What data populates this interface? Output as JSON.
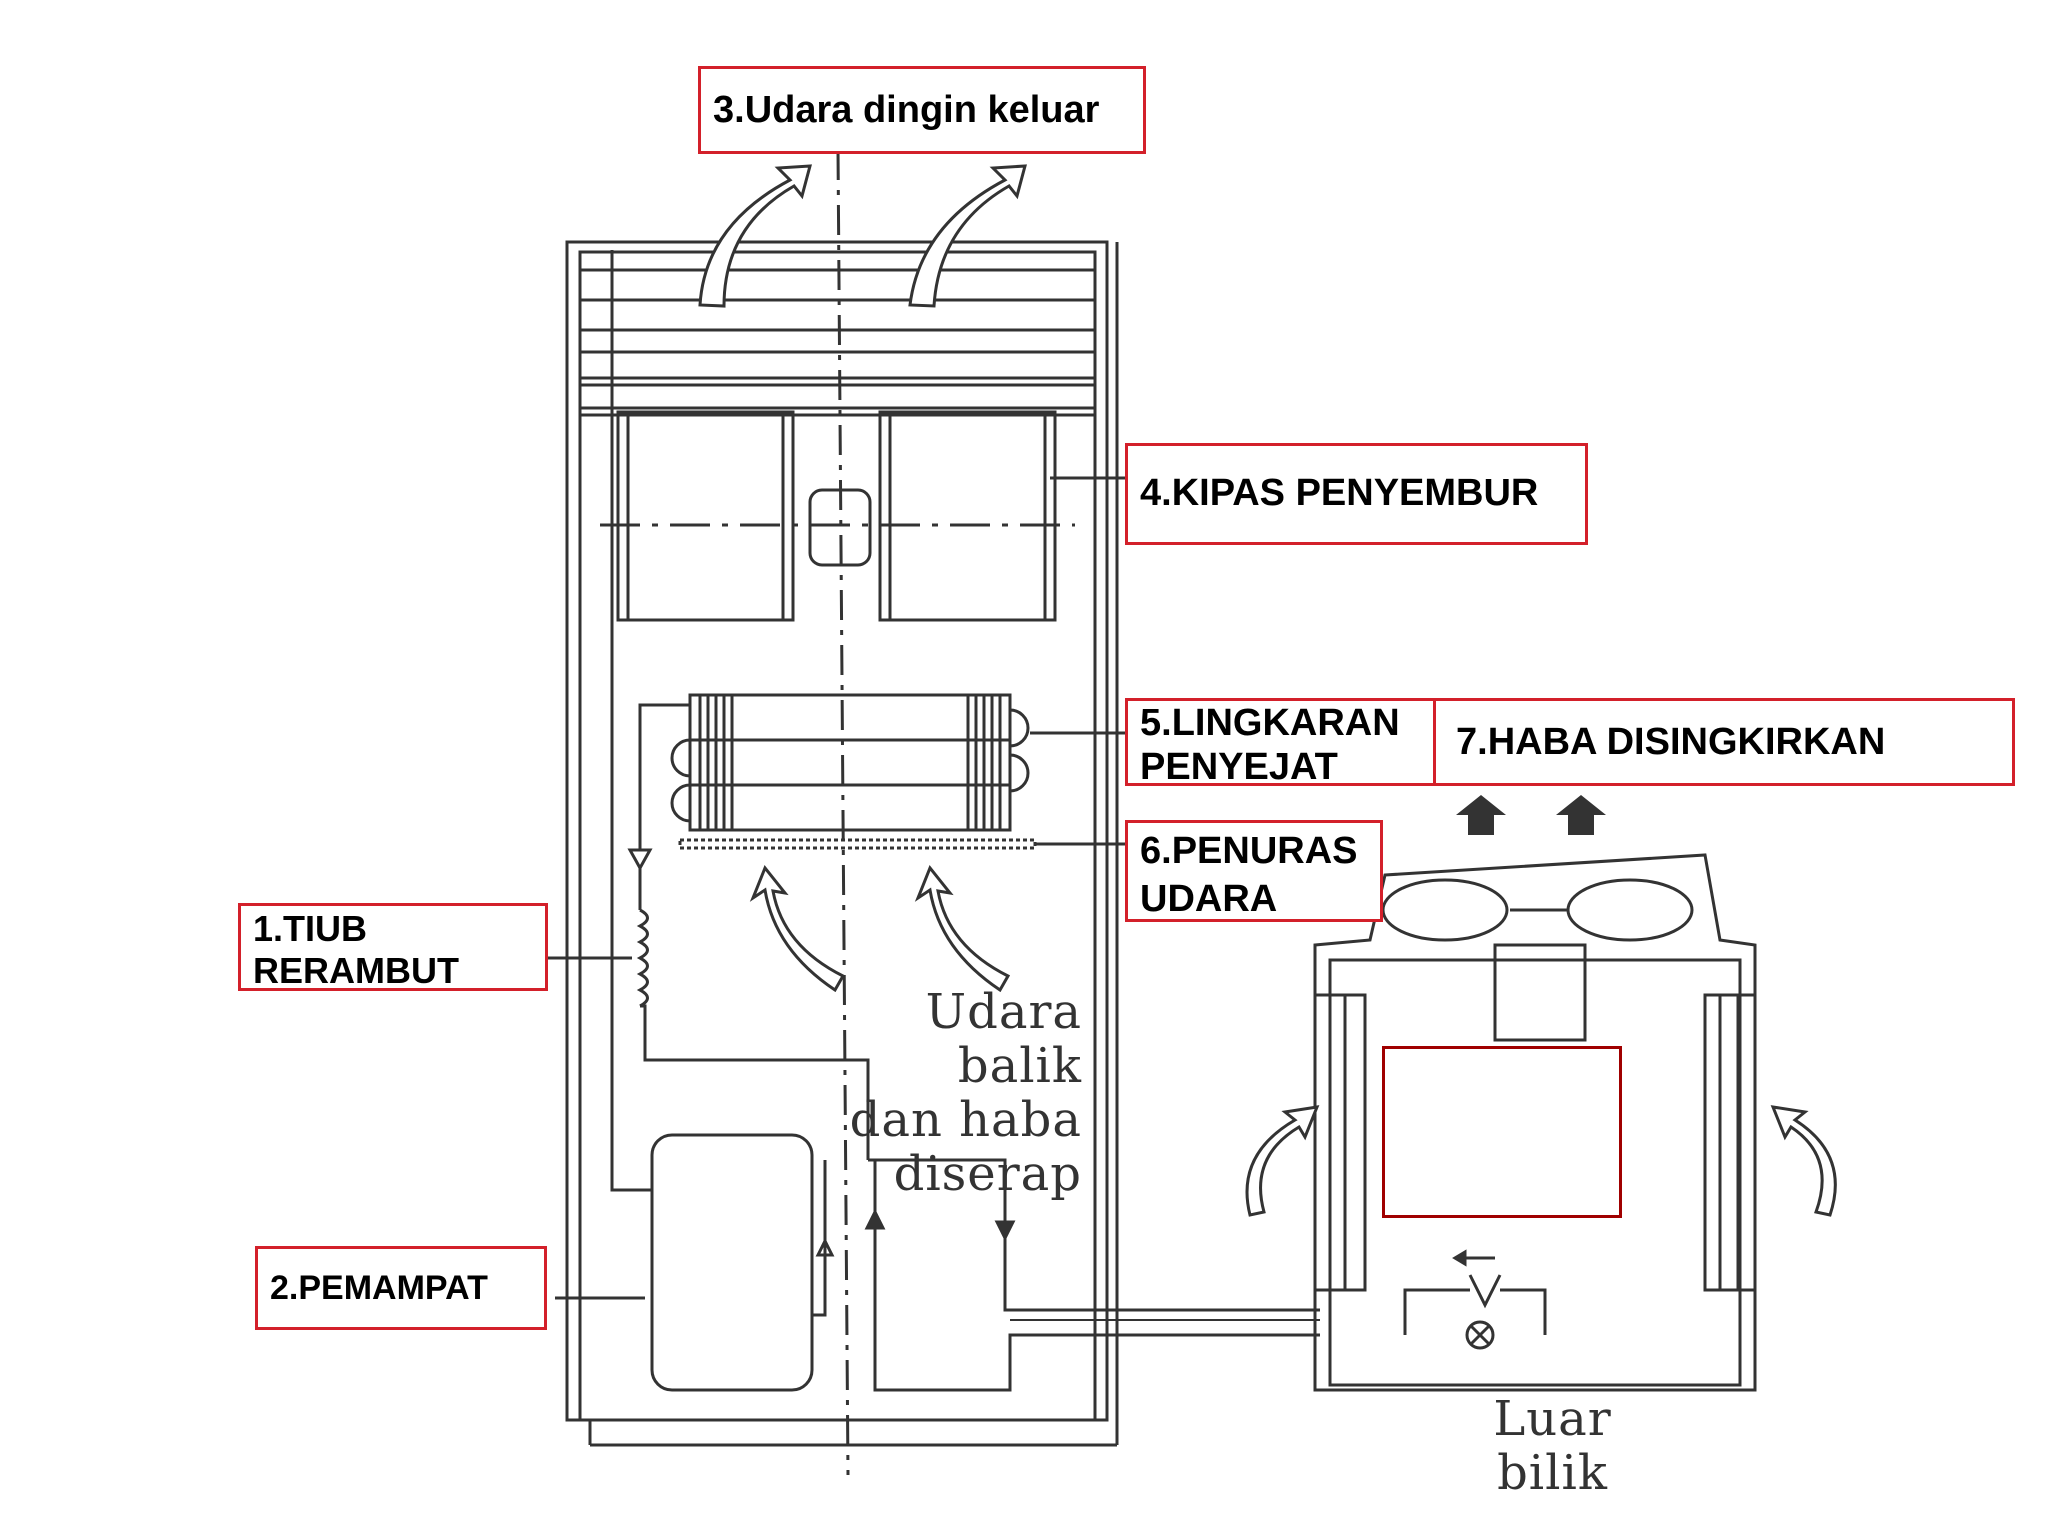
{
  "labels": {
    "tiub_rerambut": "1.TIUB\nRERAMBUT",
    "pemampat": "2.PEMAMPAT",
    "udara_dingin": "3.Udara dingin keluar",
    "kipas_penyembur": "4.KIPAS PENYEMBUR",
    "lingkaran_penyejat": "5.LINGKARAN\nPENYEJAT",
    "penuras_udara": "6.PENURAS\nUDARA",
    "haba_disingkirkan": "7.HABA DISINGKIRKAN"
  },
  "diagram_text": {
    "udara_balik": "Udara balik\ndan haba\ndiserap",
    "luar_bilik": "Luar bilik"
  },
  "colors": {
    "label_border": "#d3202a",
    "line": "#333333",
    "empty_box_border": "#a00000"
  }
}
